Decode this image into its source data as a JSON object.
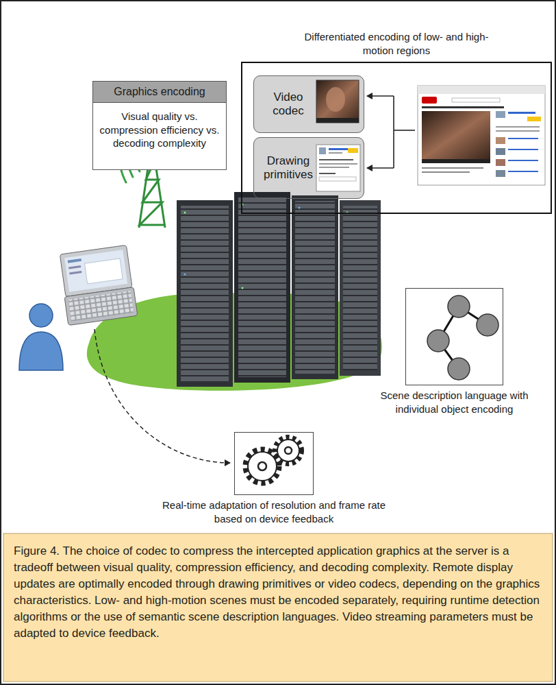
{
  "diagram": {
    "caption": "Figure 4. The choice of codec to compress the intercepted application graphics at the server is a tradeoff between visual quality, compression efficiency, and decoding complexity. Remote display updates are optimally encoded through drawing primitives or video codecs, depending on the graphics characteristics. Low- and high-motion scenes must be encoded separately, requiring runtime detection algorithms or the use of semantic scene description languages. Video streaming parameters must be adapted to device feedback.",
    "nodes": [
      {
        "text": [
          "Graphics encoding",
          "Visual quality vs. compression efficiency vs. decoding complexity"
        ]
      },
      {
        "text": [
          "Differentiated encoding of low- and high-motion regions"
        ]
      },
      {
        "text": [
          "Video codec"
        ],
        "in": 1
      },
      {
        "text": [
          "Drawing primitives"
        ],
        "in": 1
      },
      {
        "text": [
          "Scene description language with individual object encoding"
        ]
      },
      {
        "text": [
          "Real-time adaptation of resolution and frame rate based on device feedback"
        ]
      }
    ]
  }
}
